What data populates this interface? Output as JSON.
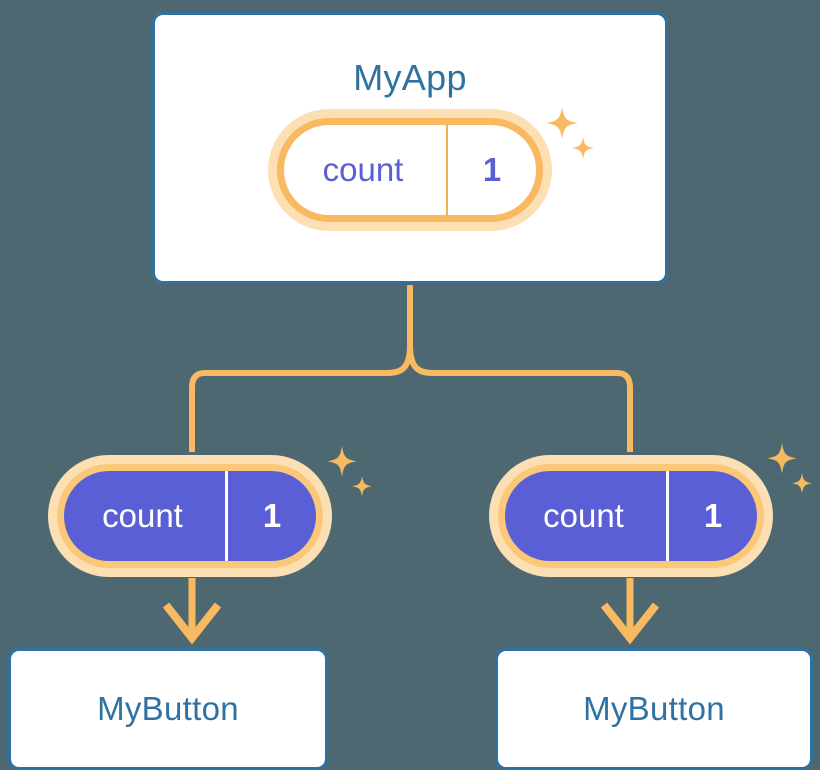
{
  "diagram": {
    "title_text": "MyApp",
    "background_color": "#4d6870",
    "accent_orange": "#f8b960",
    "accent_orange_light": "#fce0b4",
    "accent_purple": "#5b5fd6",
    "accent_blue": "#2f72a1",
    "root": {
      "label": "MyApp",
      "state_pill": {
        "key": "count",
        "value": "1",
        "style": "white-fill",
        "sparkle_icon": "sparkles-icon"
      }
    },
    "children": [
      {
        "state_pill": {
          "key": "count",
          "value": "1",
          "style": "purple-fill",
          "sparkle_icon": "sparkles-icon"
        },
        "component": {
          "label": "MyButton"
        }
      },
      {
        "state_pill": {
          "key": "count",
          "value": "1",
          "style": "purple-fill",
          "sparkle_icon": "sparkles-icon"
        },
        "component": {
          "label": "MyButton"
        }
      }
    ],
    "connectors": {
      "trunk_icon": "branch-connector-icon",
      "arrow_icon": "arrow-down-icon"
    }
  }
}
